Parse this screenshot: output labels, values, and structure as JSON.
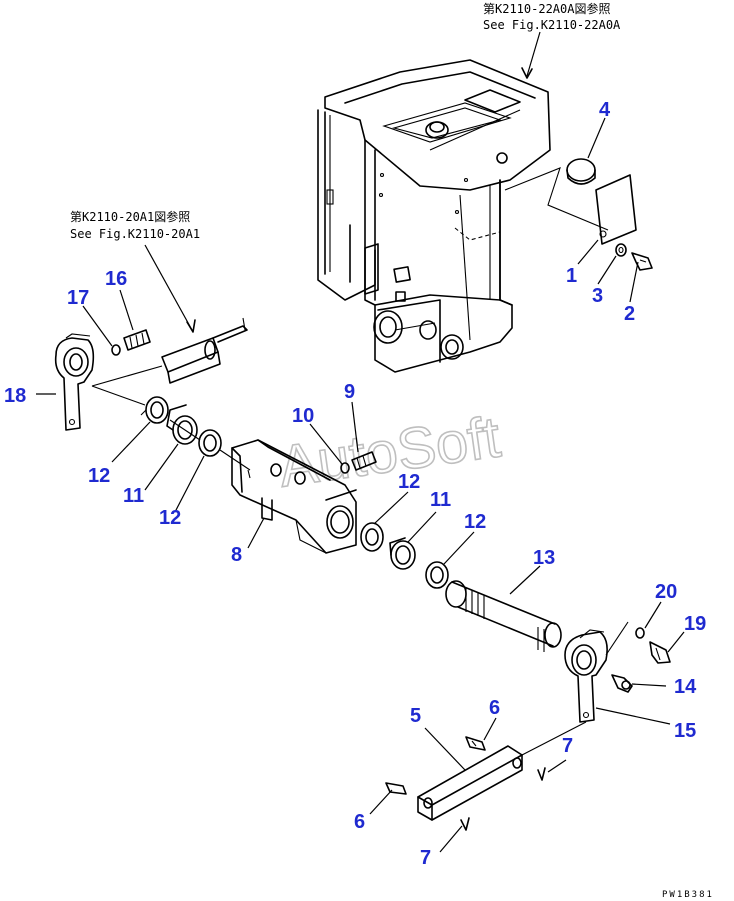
{
  "notes": {
    "top_jp": "第K2110-22A0A図参照",
    "top_en": "See Fig.K2110-22A0A",
    "left_jp": "第K2110-20A1図参照",
    "left_en": "See Fig.K2110-20A1"
  },
  "watermark": "AutoSoft",
  "drawing_code": "PW1B381",
  "callouts": [
    {
      "id": "c4",
      "label": "4"
    },
    {
      "id": "c1",
      "label": "1"
    },
    {
      "id": "c3",
      "label": "3"
    },
    {
      "id": "c2",
      "label": "2"
    },
    {
      "id": "c16",
      "label": "16"
    },
    {
      "id": "c17",
      "label": "17"
    },
    {
      "id": "c18",
      "label": "18"
    },
    {
      "id": "c9",
      "label": "9"
    },
    {
      "id": "c10",
      "label": "10"
    },
    {
      "id": "c12a",
      "label": "12"
    },
    {
      "id": "c11a",
      "label": "11"
    },
    {
      "id": "c12b",
      "label": "12"
    },
    {
      "id": "c12c",
      "label": "12"
    },
    {
      "id": "c11b",
      "label": "11"
    },
    {
      "id": "c12d",
      "label": "12"
    },
    {
      "id": "c8",
      "label": "8"
    },
    {
      "id": "c13",
      "label": "13"
    },
    {
      "id": "c20",
      "label": "20"
    },
    {
      "id": "c19",
      "label": "19"
    },
    {
      "id": "c14",
      "label": "14"
    },
    {
      "id": "c15",
      "label": "15"
    },
    {
      "id": "c5",
      "label": "5"
    },
    {
      "id": "c6a",
      "label": "6"
    },
    {
      "id": "c7a",
      "label": "7"
    },
    {
      "id": "c6b",
      "label": "6"
    },
    {
      "id": "c7b",
      "label": "7"
    }
  ]
}
